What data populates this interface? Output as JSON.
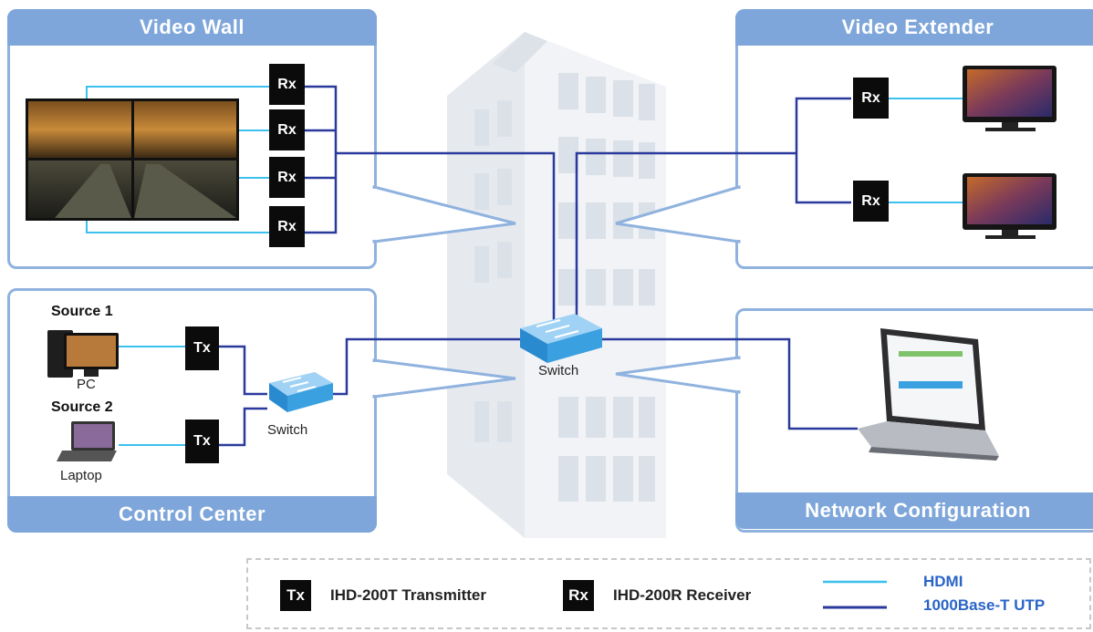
{
  "panels": {
    "video_wall": "Video Wall",
    "video_extender": "Video Extender",
    "control_center": "Control Center",
    "network_configuration": "Network Configuration"
  },
  "devices": {
    "rx": "Rx",
    "tx": "Tx",
    "switch": "Switch",
    "switch_center": "Switch"
  },
  "sources": {
    "source1": "Source 1",
    "pc": "PC",
    "source2": "Source 2",
    "laptop": "Laptop"
  },
  "legend": {
    "tx": "Tx",
    "tx_label": "IHD-200T Transmitter",
    "rx": "Rx",
    "rx_label": "IHD-200R Receiver",
    "hdmi": "HDMI",
    "utp": "1000Base-T UTP"
  },
  "colors": {
    "panel_border": "#8fb2de",
    "panel_title_bg": "#7ea6da",
    "hdmi_line": "#3cc0ee",
    "utp_line": "#2a3a9c",
    "legend_text_blue": "#2a64c8"
  }
}
